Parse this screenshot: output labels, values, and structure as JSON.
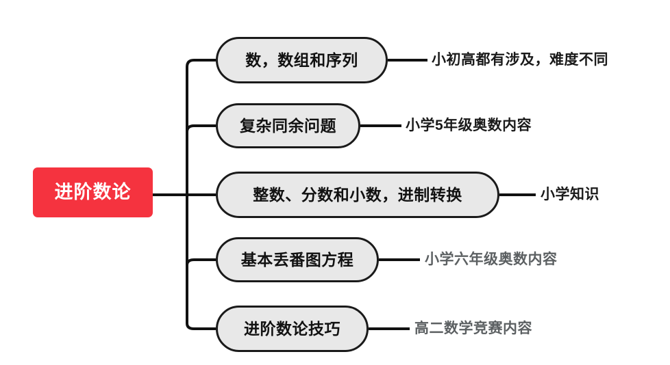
{
  "diagram": {
    "type": "mind-map",
    "title": "进阶数论",
    "background_color": "#FFFFFF",
    "root": {
      "label": "进阶数论",
      "fill_color": "#F5333F",
      "text_color": "#FFFFFF"
    },
    "node_style": {
      "fill_color": "#E8E8E8",
      "border_color": "#1A1A1A",
      "text_color": "#111111"
    },
    "branches": [
      {
        "label": "数，数组和序列",
        "note": "小初高都有涉及，难度不同",
        "note_color": "#1A1A1A"
      },
      {
        "label": "复杂同余问题",
        "note": "小学5年级奥数内容",
        "note_color": "#1A1A1A"
      },
      {
        "label": "整数、分数和小数，进制转换",
        "note": "小学知识",
        "note_color": "#1A1A1A"
      },
      {
        "label": "基本丢番图方程",
        "note": "小学六年级奥数内容",
        "note_color": "#5C6062"
      },
      {
        "label": "进阶数论技巧",
        "note": "高二数学竞赛内容",
        "note_color": "#5C6062"
      }
    ]
  }
}
